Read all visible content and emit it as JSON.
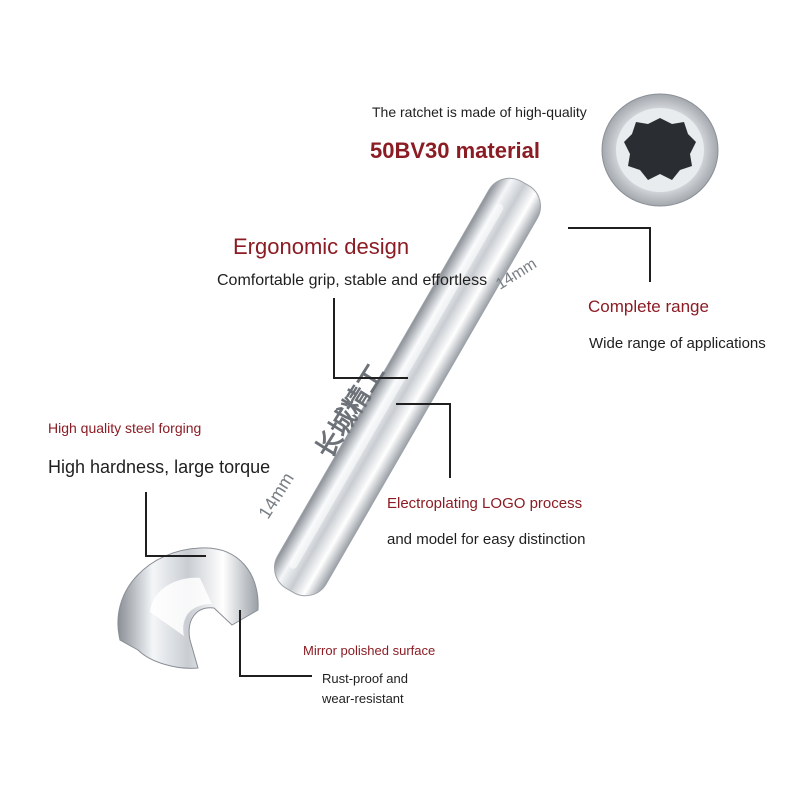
{
  "callouts": {
    "ratchet": {
      "line1": "The ratchet is made of high-quality",
      "line2": "50BV30 material"
    },
    "ergonomic": {
      "title": "Ergonomic design",
      "subtitle": "Comfortable grip, stable and effortless"
    },
    "range": {
      "title": "Complete range",
      "subtitle": "Wide range of applications"
    },
    "forging": {
      "title": "High quality steel forging",
      "subtitle": "High hardness, large torque"
    },
    "logo": {
      "title": "Electroplating LOGO process",
      "subtitle": "and model for easy distinction"
    },
    "mirror": {
      "title": "Mirror polished surface",
      "line1": "Rust-proof and",
      "line2": "wear-resistant"
    }
  },
  "wrench": {
    "size_marking": "14mm",
    "ratchet_marking": "14mm",
    "brand_mark": "长城精工"
  },
  "colors": {
    "title_red": "#8b1c24",
    "body_text": "#1f1f1f",
    "chrome_light": "#f4f6f8",
    "chrome_dark": "#8a8f96"
  }
}
